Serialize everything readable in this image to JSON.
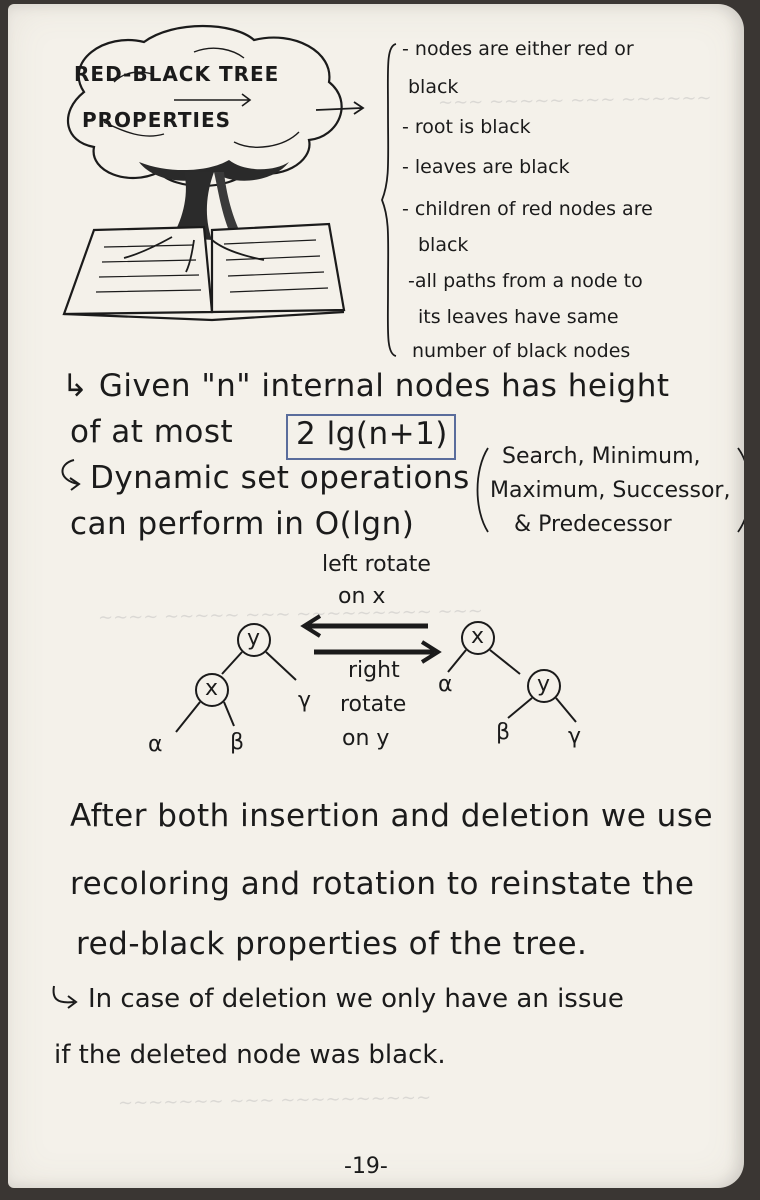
{
  "tree_title": [
    "RED-BLACK TREE",
    "PROPERTIES"
  ],
  "properties": [
    "- nodes are either red or",
    "black",
    "- root is black",
    "- leaves are black",
    "- children of red nodes are",
    "black",
    "-all paths from a node to",
    "its leaves have same",
    "number of black nodes"
  ],
  "height_note": {
    "line1": "↳ Given \"n\" internal nodes has height",
    "line2": "of at most",
    "formula": "2 lg(n+1)"
  },
  "operations_note": {
    "line1": "Dynamic set operations",
    "line2": "can perform in O(lgn)",
    "list": [
      "Search, Minimum,",
      "Maximum, Successor,",
      "& Predecessor"
    ]
  },
  "rotation": {
    "left_label": [
      "left rotate",
      "on x"
    ],
    "right_label": [
      "right",
      "rotate",
      "on y"
    ],
    "left_tree": {
      "root": "y",
      "child": "x",
      "leaves": [
        "α",
        "β",
        "γ"
      ]
    },
    "right_tree": {
      "root": "x",
      "child": "y",
      "leaves": [
        "α",
        "β",
        "γ"
      ]
    }
  },
  "paragraph": [
    "After both insertion and deletion we use",
    "recoloring and rotation to reinstate the",
    "red-black properties of the tree."
  ],
  "deletion_note": [
    "In case of deletion we only have an issue",
    "if the deleted node was black."
  ],
  "page_number": "-19-"
}
